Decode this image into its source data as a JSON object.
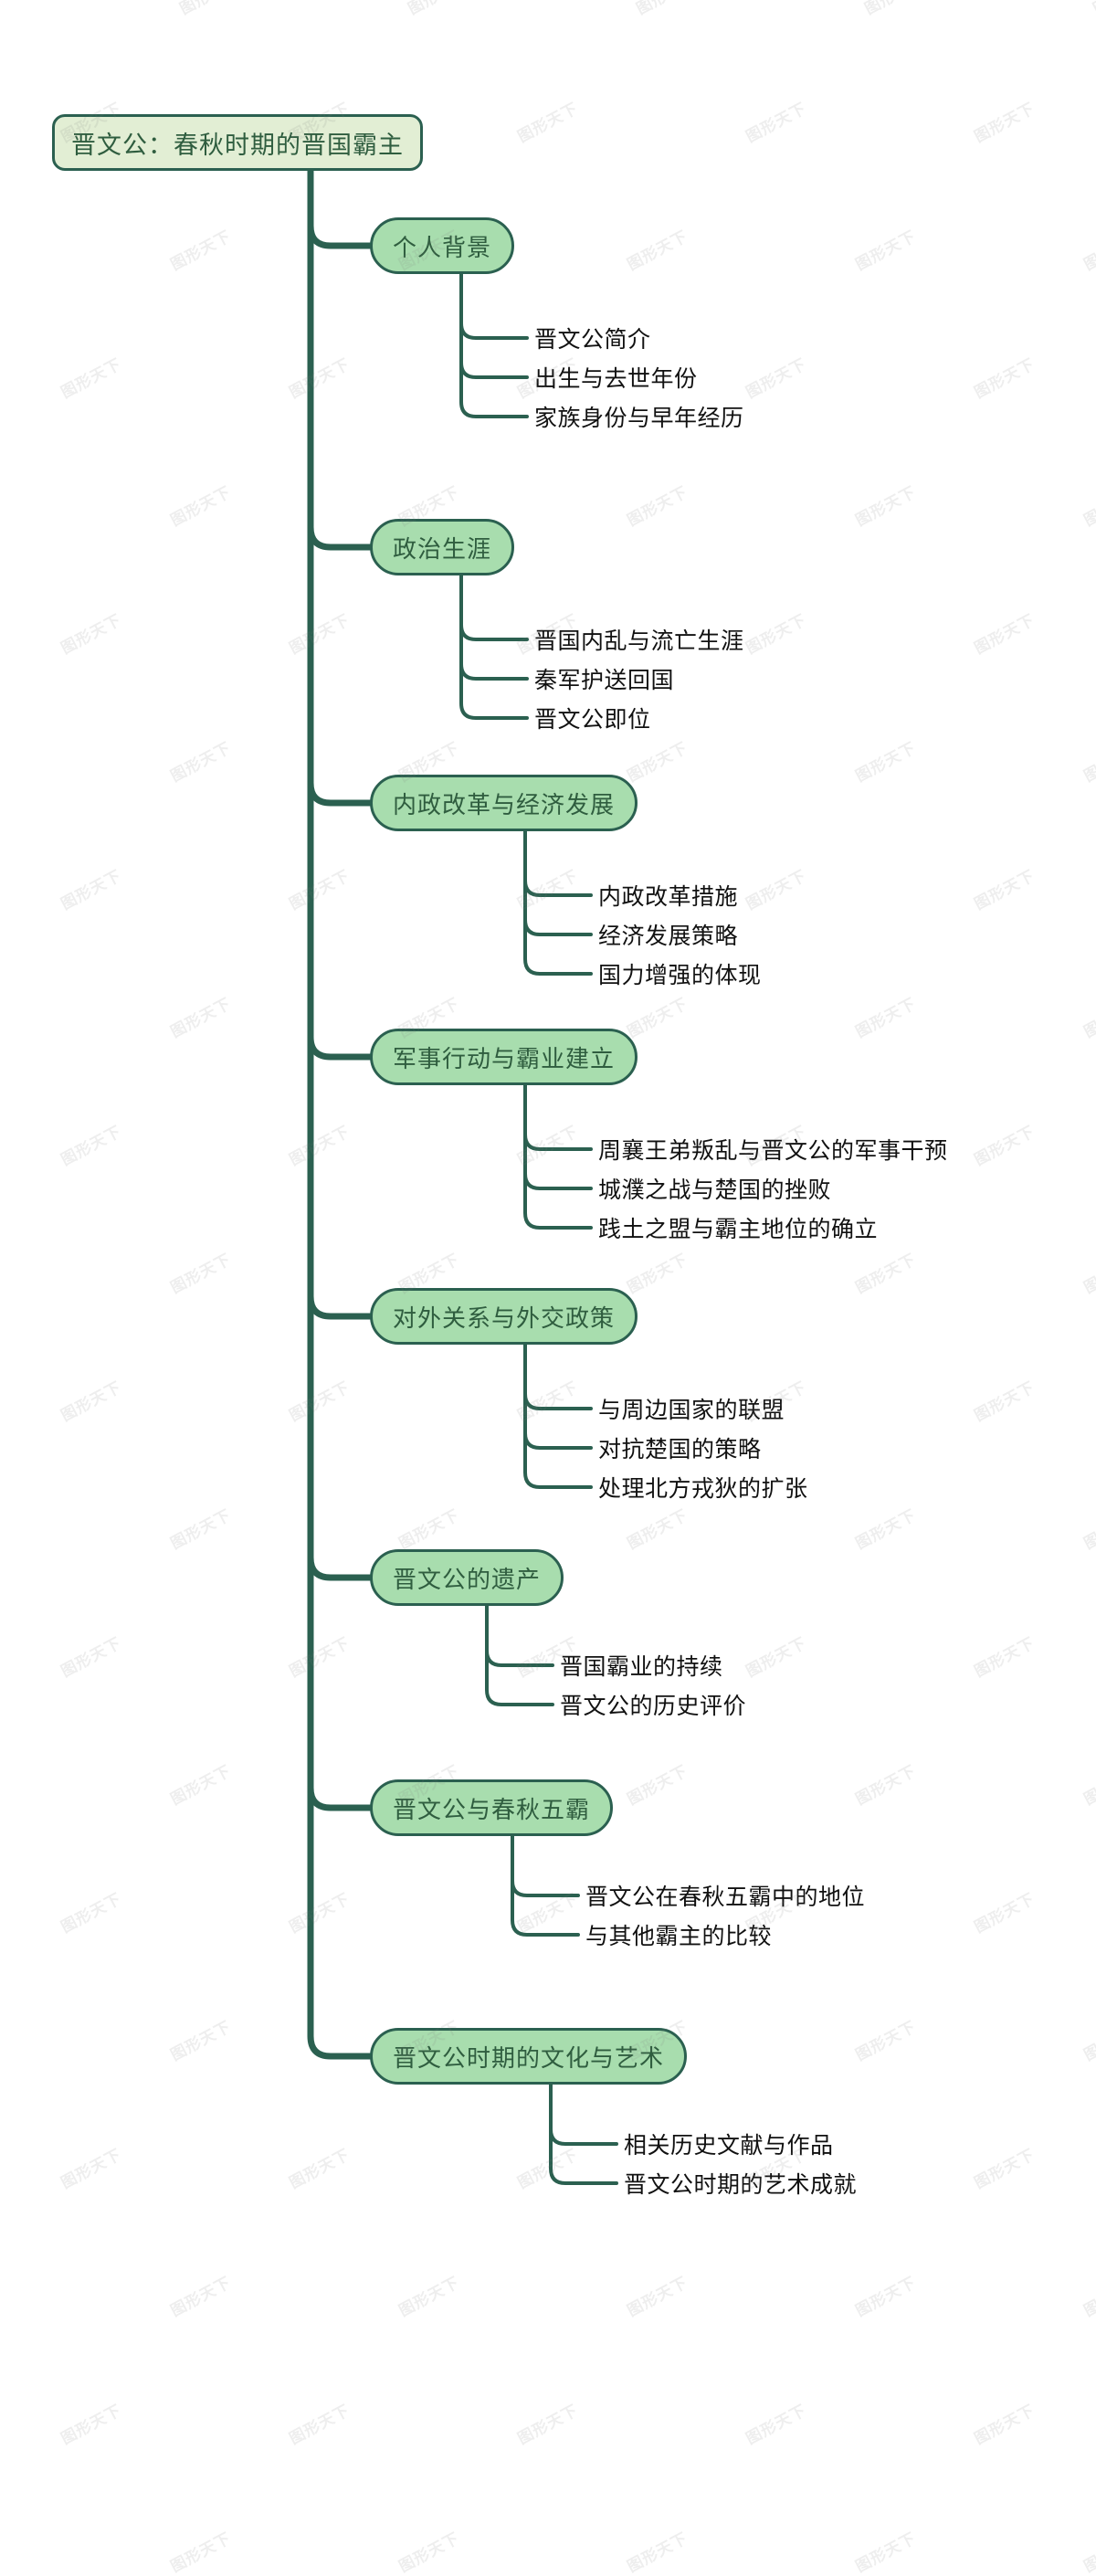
{
  "document": {
    "type": "mindmap",
    "title": "晋文公：春秋时期的晋国霸主",
    "watermark": "图形天下",
    "colors": {
      "root_fill": "#e2eed4",
      "branch_fill": "#a8ddae",
      "stroke": "#2b6050",
      "node_text": "#2f5d3f",
      "leaf_text": "#111111",
      "background": "#ffffff"
    }
  },
  "root": {
    "label": "晋文公：春秋时期的晋国霸主"
  },
  "branches": [
    {
      "label": "个人背景",
      "leaves": [
        "晋文公简介",
        "出生与去世年份",
        "家族身份与早年经历"
      ]
    },
    {
      "label": "政治生涯",
      "leaves": [
        "晋国内乱与流亡生涯",
        "秦军护送回国",
        "晋文公即位"
      ]
    },
    {
      "label": "内政改革与经济发展",
      "leaves": [
        "内政改革措施",
        "经济发展策略",
        "国力增强的体现"
      ]
    },
    {
      "label": "军事行动与霸业建立",
      "leaves": [
        "周襄王弟叛乱与晋文公的军事干预",
        "城濮之战与楚国的挫败",
        "践土之盟与霸主地位的确立"
      ]
    },
    {
      "label": "对外关系与外交政策",
      "leaves": [
        "与周边国家的联盟",
        "对抗楚国的策略",
        "处理北方戎狄的扩张"
      ]
    },
    {
      "label": "晋文公的遗产",
      "leaves": [
        "晋国霸业的持续",
        "晋文公的历史评价"
      ]
    },
    {
      "label": "晋文公与春秋五霸",
      "leaves": [
        "晋文公在春秋五霸中的地位",
        "与其他霸主的比较"
      ]
    },
    {
      "label": "晋文公时期的文化与艺术",
      "leaves": [
        "相关历史文献与作品",
        "晋文公时期的艺术成就"
      ]
    }
  ]
}
